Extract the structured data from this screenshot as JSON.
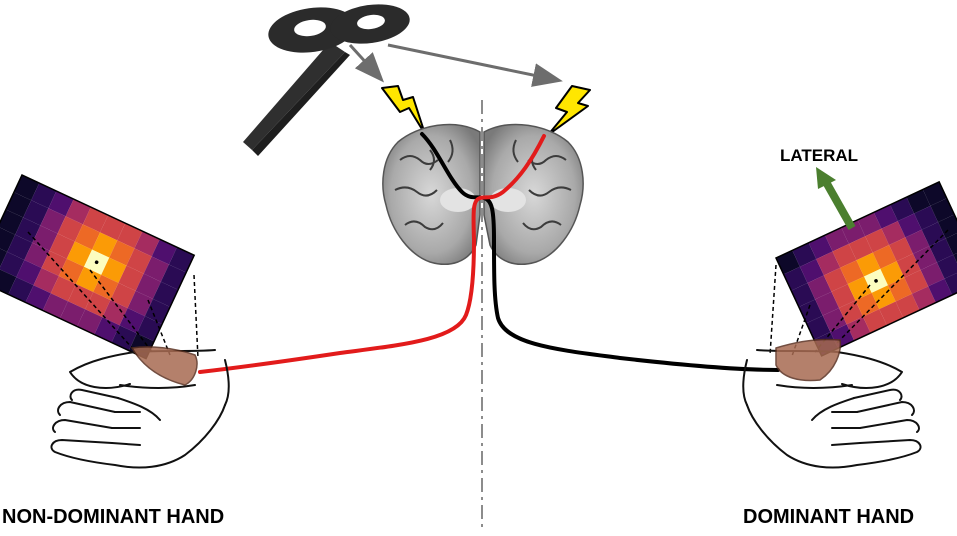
{
  "labels": {
    "left_hand": "NON-DOMINANT HAND",
    "right_hand": "DOMINANT HAND",
    "direction": "LATERAL"
  },
  "colors": {
    "contralateral_path": "#e21b1b",
    "ipsilateral_path": "#000000",
    "arrow_lateral": "#4b7f2f",
    "bolt": "#ffe600",
    "coil": "#2b2b2b",
    "midline": "#8c8c8c"
  },
  "icons": [
    "tms-coil-icon",
    "lightning-bolt-icon",
    "brain-slice-icon",
    "hand-icon",
    "muscle-icon",
    "heatmap-grid"
  ]
}
